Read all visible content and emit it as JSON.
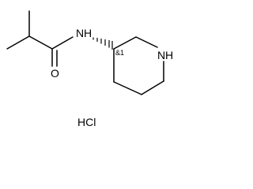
{
  "structure": {
    "amide_nitrogen": "N",
    "amide_hydrogen": "H",
    "carbonyl_oxygen": "O",
    "ring_nitrogen": "N",
    "ring_hydrogen": "H",
    "stereo_descriptor": "&1",
    "salt": "HCl"
  }
}
